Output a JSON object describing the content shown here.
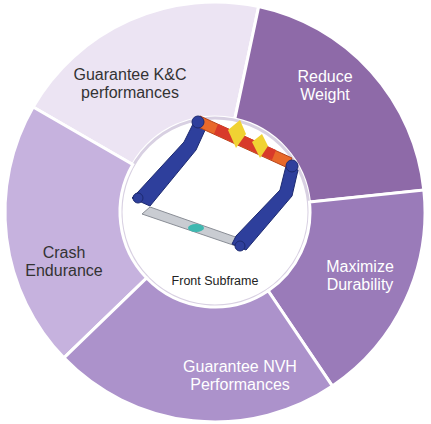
{
  "diagram": {
    "nodes": [
      {
        "text": [
          "Guarantee K&C performances"
        ]
      },
      {
        "text": [
          "Reduce Weight"
        ]
      },
      {
        "text": [
          "Front Subframe"
        ]
      },
      {
        "text": [
          "Crash Endurance"
        ]
      },
      {
        "text": [
          "Maximize Durability"
        ]
      },
      {
        "text": [
          "Guarantee NVH Performances"
        ]
      }
    ]
  }
}
